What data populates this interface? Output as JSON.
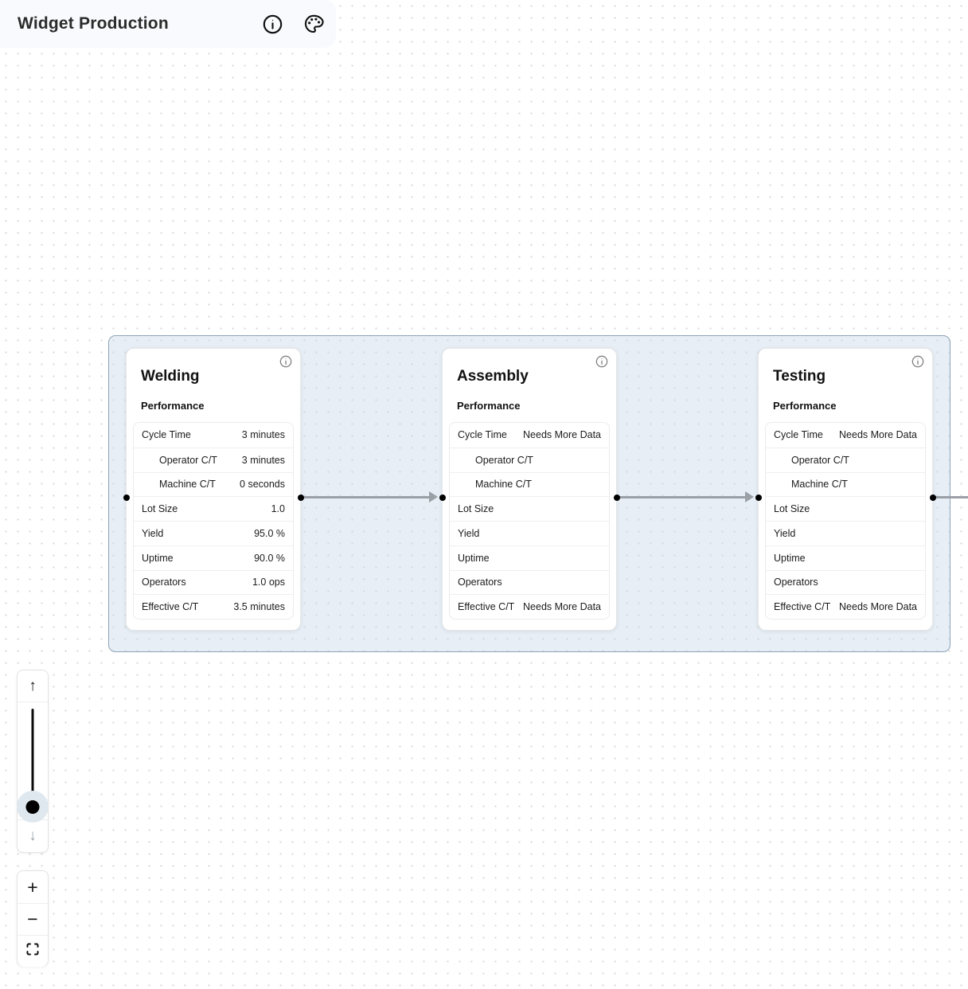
{
  "header": {
    "title": "Widget Production",
    "icons": {
      "info": "info-icon",
      "palette": "palette-icon"
    }
  },
  "nodes": [
    {
      "title": "Welding",
      "section": "Performance",
      "rows": [
        {
          "label": "Cycle Time",
          "value": "3 minutes"
        },
        {
          "label": "Operator C/T",
          "value": "3 minutes"
        },
        {
          "label": "Machine C/T",
          "value": "0 seconds"
        },
        {
          "label": "Lot Size",
          "value": "1.0"
        },
        {
          "label": "Yield",
          "value": "95.0 %"
        },
        {
          "label": "Uptime",
          "value": "90.0 %"
        },
        {
          "label": "Operators",
          "value": "1.0 ops"
        },
        {
          "label": "Effective C/T",
          "value": "3.5 minutes"
        }
      ]
    },
    {
      "title": "Assembly",
      "section": "Performance",
      "rows": [
        {
          "label": "Cycle Time",
          "value": "Needs More Data"
        },
        {
          "label": "Operator C/T",
          "value": ""
        },
        {
          "label": "Machine C/T",
          "value": ""
        },
        {
          "label": "Lot Size",
          "value": ""
        },
        {
          "label": "Yield",
          "value": ""
        },
        {
          "label": "Uptime",
          "value": ""
        },
        {
          "label": "Operators",
          "value": ""
        },
        {
          "label": "Effective C/T",
          "value": "Needs More Data"
        }
      ]
    },
    {
      "title": "Testing",
      "section": "Performance",
      "rows": [
        {
          "label": "Cycle Time",
          "value": "Needs More Data"
        },
        {
          "label": "Operator C/T",
          "value": ""
        },
        {
          "label": "Machine C/T",
          "value": ""
        },
        {
          "label": "Lot Size",
          "value": ""
        },
        {
          "label": "Yield",
          "value": ""
        },
        {
          "label": "Uptime",
          "value": ""
        },
        {
          "label": "Operators",
          "value": ""
        },
        {
          "label": "Effective C/T",
          "value": "Needs More Data"
        }
      ]
    }
  ],
  "edges": [
    {
      "from": "Welding",
      "to": "Assembly"
    },
    {
      "from": "Assembly",
      "to": "Testing"
    },
    {
      "from": "Testing",
      "to": "offscreen-right"
    }
  ],
  "controls": {
    "slider": {
      "up_glyph": "↑",
      "down_glyph": "↓"
    },
    "zoom": {
      "in_glyph": "+",
      "out_glyph": "−",
      "fit": "fit-view-icon"
    }
  },
  "colors": {
    "edge": "#9ba0a6",
    "handle": "#000000",
    "selection_fill": "#dce6ef",
    "selection_border": "#8ca3b8",
    "header_bg": "#f8fafd",
    "card_bg": "#ffffff"
  }
}
